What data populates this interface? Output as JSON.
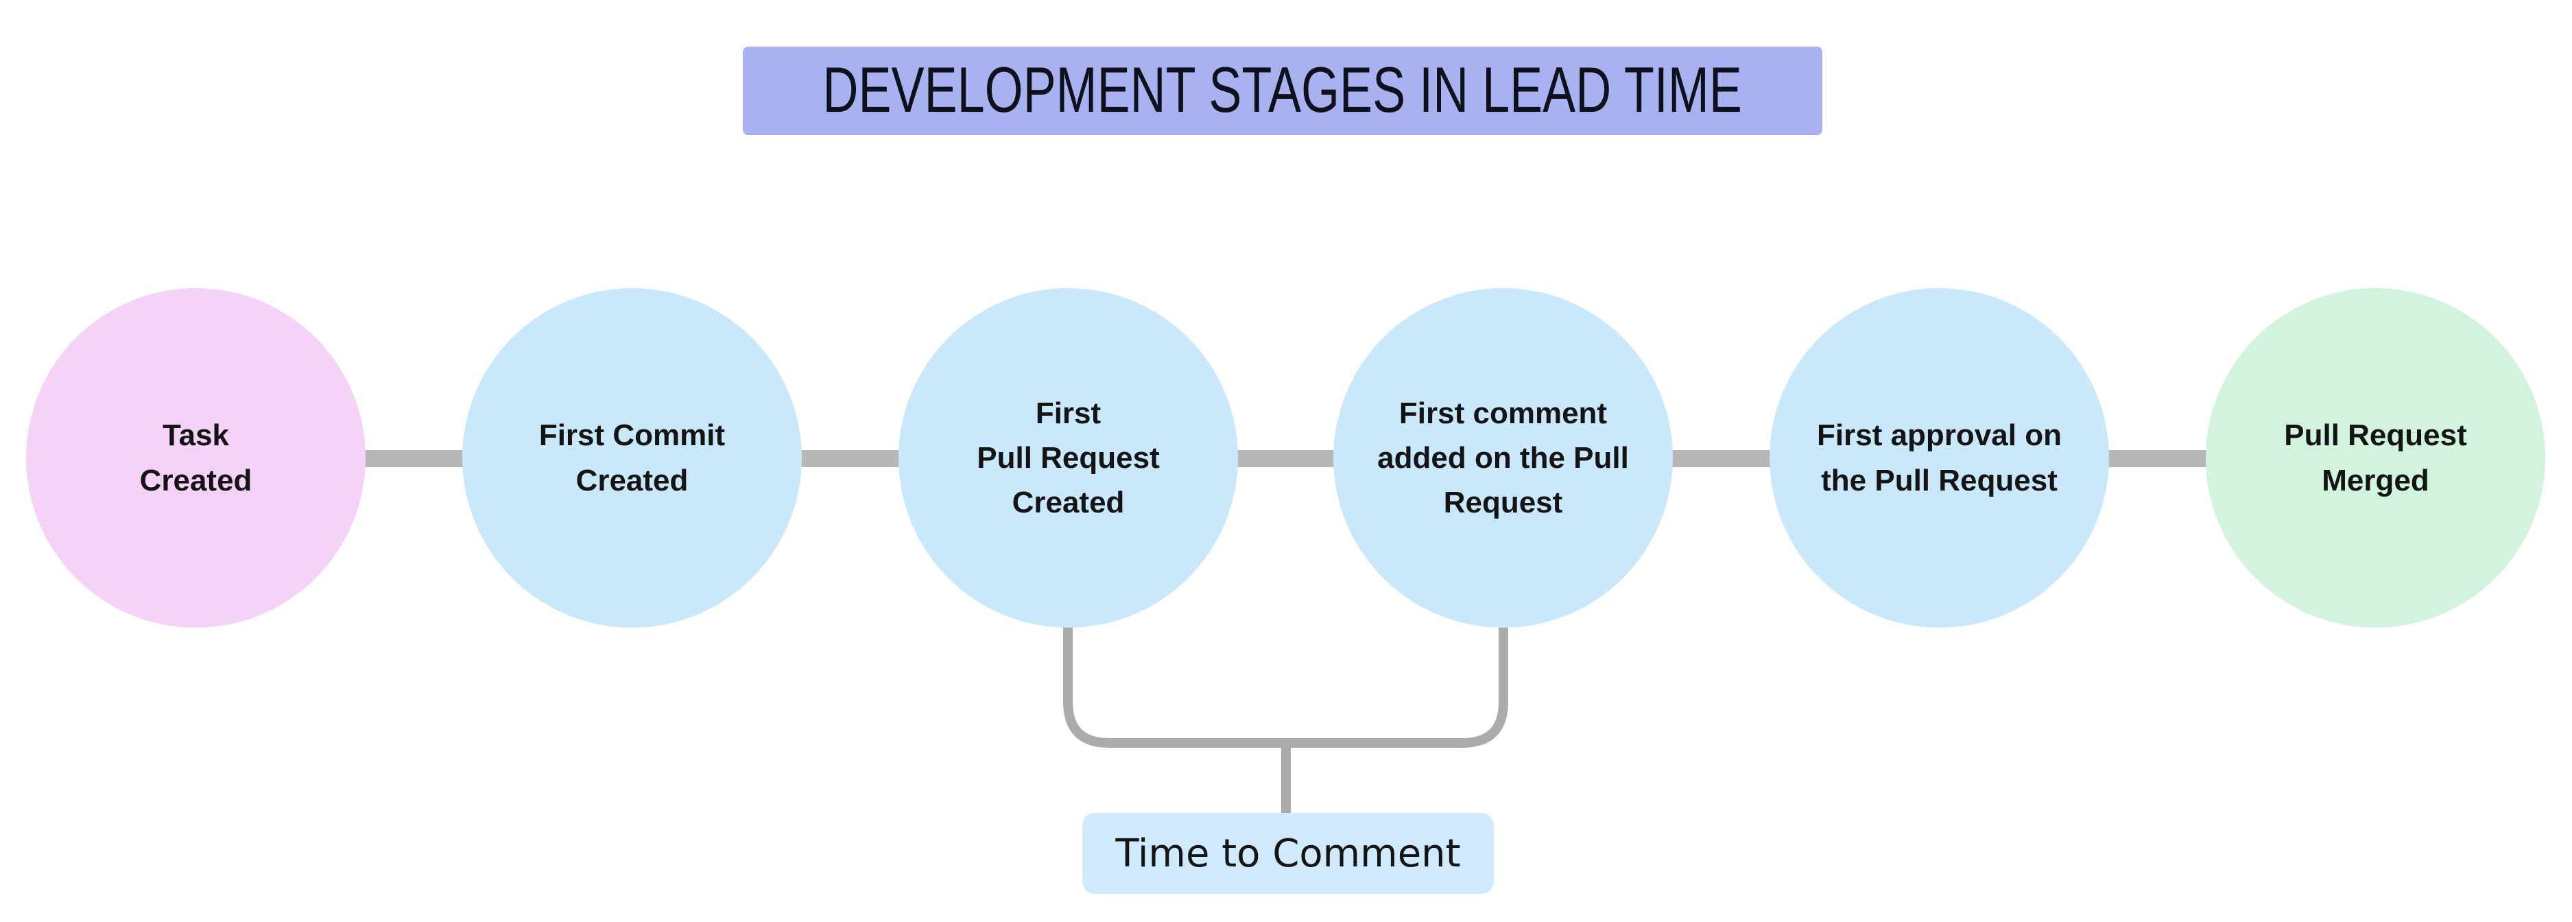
{
  "title": {
    "text": "DEVELOPMENT STAGES IN LEAD TIME",
    "bg": "#a8b2f0"
  },
  "stages": [
    {
      "id": "task-created",
      "lines": "Task\nCreated",
      "color": "#f5d2f7"
    },
    {
      "id": "first-commit-created",
      "lines": "First Commit\nCreated",
      "color": "#c9e8fb"
    },
    {
      "id": "first-pull-request-created",
      "lines": "First\nPull Request\nCreated",
      "color": "#c9e8fb"
    },
    {
      "id": "first-comment-added",
      "lines": "First comment\nadded on the Pull\nRequest",
      "color": "#c9e8fb"
    },
    {
      "id": "first-approval",
      "lines": "First approval on\nthe Pull Request",
      "color": "#c9e8fb"
    },
    {
      "id": "pull-request-merged",
      "lines": "Pull Request\nMerged",
      "color": "#d2f3dd"
    }
  ],
  "annotation": {
    "label": "Time to Comment",
    "bg": "#cfeafd",
    "bracket_color": "#ababab"
  },
  "colors": {
    "connector": "#b7b7b7",
    "text": "#141414"
  }
}
